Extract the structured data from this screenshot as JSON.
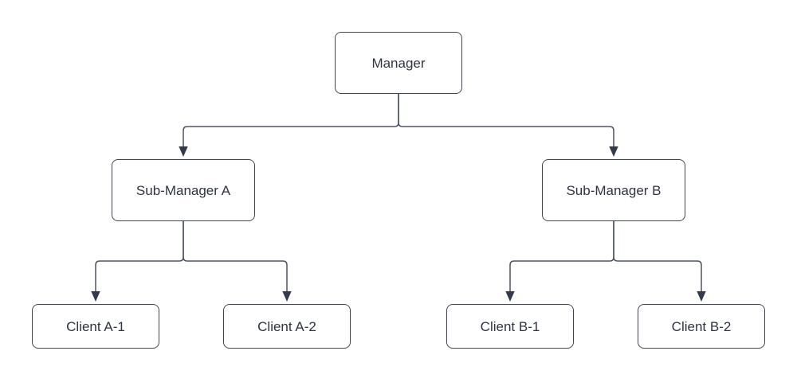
{
  "diagram": {
    "type": "org-chart",
    "colors": {
      "node_fill": "#ffffff",
      "node_border": "#3f4653",
      "node_text": "#2e3440",
      "connector": "#4d5461",
      "arrowhead": "#333a49",
      "background": "#ffffff"
    },
    "nodes": [
      {
        "id": "manager",
        "label": "Manager"
      },
      {
        "id": "sub_manager_a",
        "label": "Sub-Manager A"
      },
      {
        "id": "sub_manager_b",
        "label": "Sub-Manager B"
      },
      {
        "id": "client_a1",
        "label": "Client A-1"
      },
      {
        "id": "client_a2",
        "label": "Client A-2"
      },
      {
        "id": "client_b1",
        "label": "Client B-1"
      },
      {
        "id": "client_b2",
        "label": "Client B-2"
      }
    ],
    "edges": [
      {
        "from": "manager",
        "to": "sub_manager_a",
        "style": "elbow",
        "arrow": "filled-triangle-down"
      },
      {
        "from": "manager",
        "to": "sub_manager_b",
        "style": "elbow",
        "arrow": "filled-triangle-down"
      },
      {
        "from": "sub_manager_a",
        "to": "client_a1",
        "style": "elbow",
        "arrow": "filled-triangle-down"
      },
      {
        "from": "sub_manager_a",
        "to": "client_a2",
        "style": "elbow",
        "arrow": "filled-triangle-down"
      },
      {
        "from": "sub_manager_b",
        "to": "client_b1",
        "style": "elbow",
        "arrow": "filled-triangle-down"
      },
      {
        "from": "sub_manager_b",
        "to": "client_b2",
        "style": "elbow",
        "arrow": "filled-triangle-down"
      }
    ]
  }
}
